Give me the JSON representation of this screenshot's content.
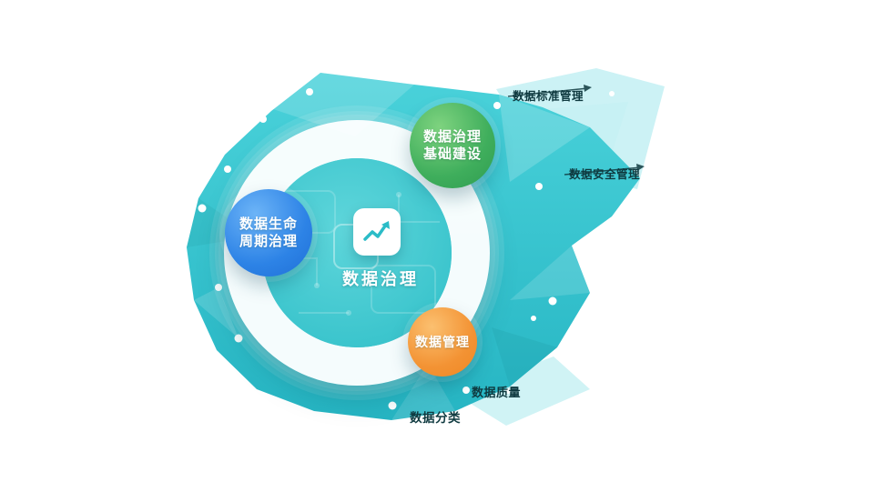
{
  "colors": {
    "blob_top": "#4ad2da",
    "blob_bottom": "#26b5c3",
    "shard_light": "#8fe3e8",
    "ring_white": "#ffffff",
    "inner_disc": "#4ccdd4",
    "node_green": "#3fae5c",
    "node_blue": "#2d83e6",
    "node_orange": "#f39334",
    "tag_text": "#0f3a40",
    "icon_stroke": "#2bbcc7"
  },
  "center": {
    "title": "数据治理",
    "icon": "trend-chart-icon"
  },
  "nodes": {
    "green": {
      "line1": "数据治理",
      "line2": "基础建设"
    },
    "blue": {
      "line1": "数据生命",
      "line2": "周期治理"
    },
    "orange": {
      "line1": "数据管理"
    }
  },
  "tags": {
    "top": "数据标准管理",
    "right": "数据安全管理",
    "bottom_right": "数据质量",
    "bottom": "数据分类"
  }
}
